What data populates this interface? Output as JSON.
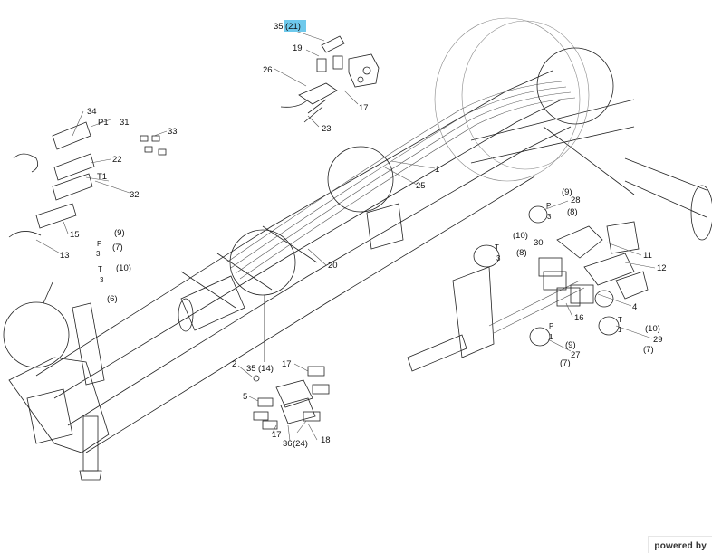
{
  "footer": {
    "text": "powered by"
  },
  "callout_color": "#6ec9ec",
  "labels": {
    "l35a": "35",
    "l21": "(21)",
    "l19": "19",
    "l26": "26",
    "l17a": "17",
    "l23": "23",
    "l34": "34",
    "lP1": "P1",
    "l31": "31",
    "l33": "33",
    "l22": "22",
    "lT1": "T1",
    "l32": "32",
    "l1": "1",
    "l25": "25",
    "l15": "15",
    "l9a": "(9)",
    "lP2": "P",
    "l7a": "(7)",
    "l3a": "3",
    "l13": "13",
    "lT2": "T",
    "l3b": "3",
    "l10a": "(10)",
    "l6": "(6)",
    "l20": "20",
    "l9b": "(9)",
    "l28": "28",
    "lP3": "P",
    "l3c": "3",
    "l8a": "(8)",
    "l10b": "(10)",
    "lT3": "T",
    "l3d": "3",
    "l30": "30",
    "l8b": "(8)",
    "l11": "11",
    "l12": "12",
    "l4": "4",
    "l16": "16",
    "lP4": "P",
    "l1b": "1",
    "l9c": "(9)",
    "l27": "27",
    "l7b": "(7)",
    "lT4": "T",
    "l1c": "1",
    "l10c": "(10)",
    "l29": "29",
    "l7c": "(7)",
    "l2": "2",
    "l35b": "35",
    "l14": "(14)",
    "l17b": "17",
    "l5": "5",
    "l17c": "17",
    "l36": "36",
    "l24": "(24)",
    "l18": "18"
  }
}
